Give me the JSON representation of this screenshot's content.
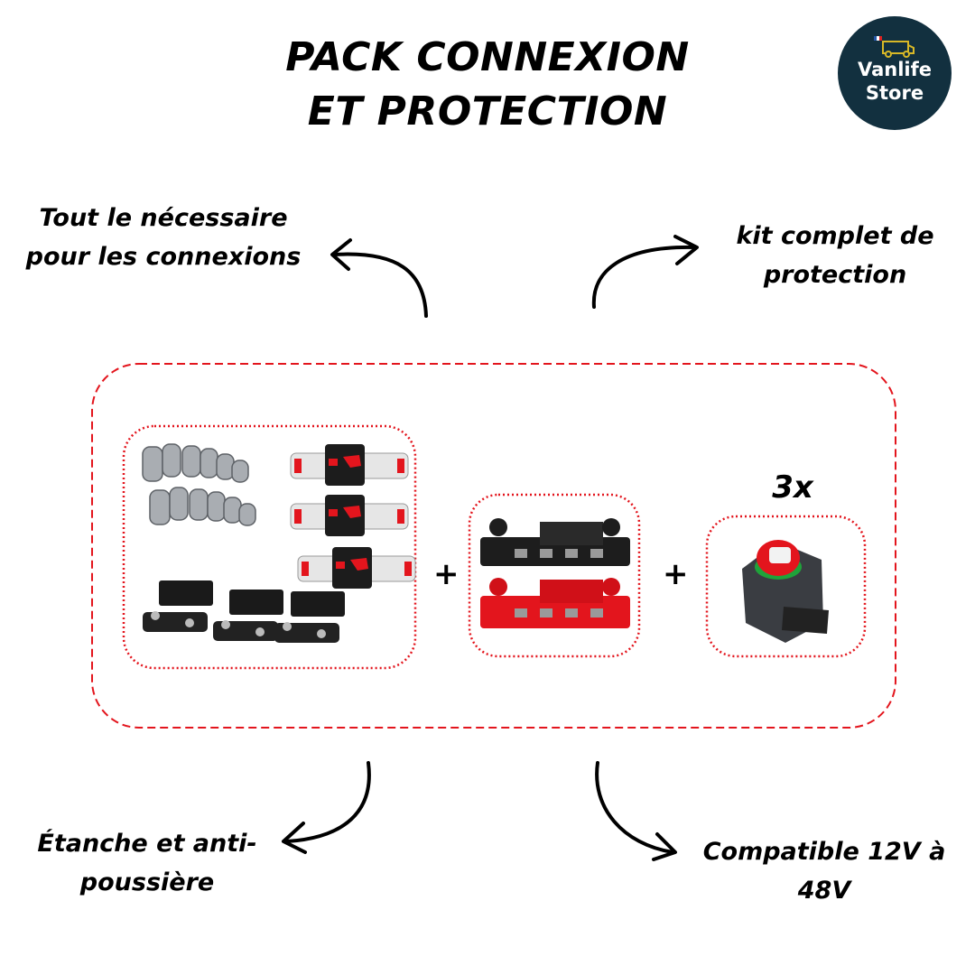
{
  "title": {
    "line1": "PACK CONNEXION",
    "line2": "ET PROTECTION"
  },
  "logo": {
    "line1": "Vanlife",
    "line2": "Store",
    "icon": "camper-van-icon",
    "color": "#12303f"
  },
  "callouts": {
    "top_left": {
      "line1": "Tout le nécessaire",
      "line2": "pour les connexions"
    },
    "top_right": {
      "line1": "kit complet de",
      "line2": "protection"
    },
    "bottom_left": {
      "line1": "Étanche et anti-",
      "line2": "poussière"
    },
    "bottom_right": {
      "line1": "Compatible 12V à",
      "line2": "48V"
    }
  },
  "products": {
    "group1": [
      "cable-lugs",
      "circuit-breakers",
      "fuse-holders"
    ],
    "group2": "bus-bars",
    "group3": {
      "item": "battery-switch",
      "quantity": "3x"
    },
    "plus": "+"
  },
  "colors": {
    "accent": "#e3151d",
    "text": "#000000"
  }
}
